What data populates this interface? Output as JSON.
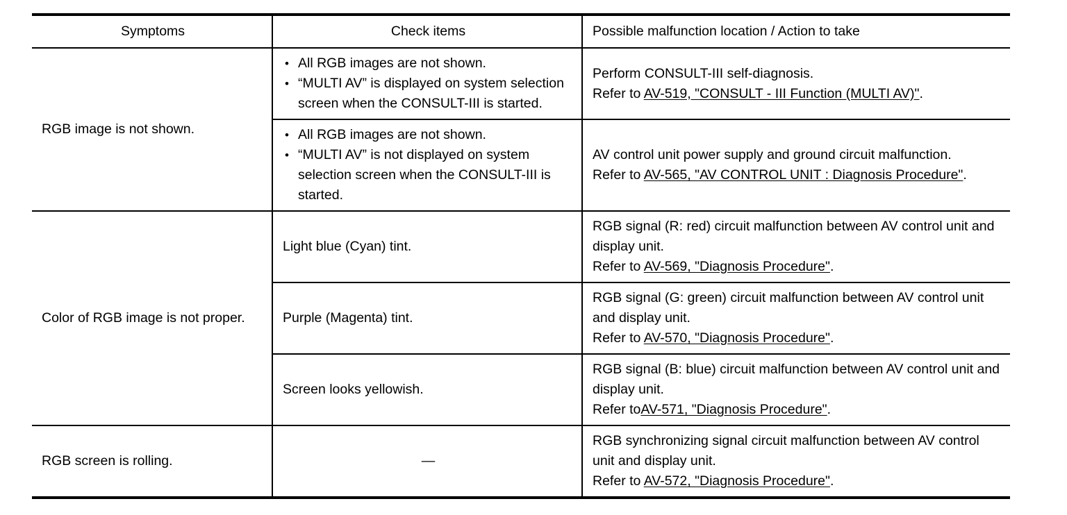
{
  "table": {
    "headers": {
      "symptoms": "Symptoms",
      "check_items": "Check items",
      "action": "Possible malfunction location / Action to take"
    },
    "groups": [
      {
        "symptom": "RGB image is not shown.",
        "rows": [
          {
            "check_items": [
              "All RGB images are not shown.",
              "“MULTI AV” is displayed on system selection screen when the CONSULT-III is started."
            ],
            "action_lines": [
              "Perform CONSULT-III self-diagnosis."
            ],
            "refer_prefix": "Refer to ",
            "refer_link": "AV-519, \"CONSULT - III Function (MULTI AV)\"",
            "refer_suffix": "."
          },
          {
            "check_items": [
              "All RGB images are not shown.",
              "“MULTI AV” is not displayed on system selection screen when the CONSULT-III is started."
            ],
            "action_lines": [
              "AV control unit power supply and ground circuit malfunction."
            ],
            "refer_prefix": "Refer to ",
            "refer_link": "AV-565, \"AV CONTROL UNIT : Diagnosis Procedure\"",
            "refer_suffix": "."
          }
        ]
      },
      {
        "symptom": "Color of RGB image is not proper.",
        "rows": [
          {
            "check_text": "Light blue (Cyan) tint.",
            "action_lines": [
              "RGB signal (R: red) circuit malfunction between AV control unit and display unit."
            ],
            "refer_prefix": "Refer to ",
            "refer_link": "AV-569, \"Diagnosis Procedure\"",
            "refer_suffix": "."
          },
          {
            "check_text": "Purple (Magenta) tint.",
            "action_lines": [
              "RGB signal (G: green) circuit malfunction between AV control unit and display unit."
            ],
            "refer_prefix": "Refer to ",
            "refer_link": "AV-570, \"Diagnosis Procedure\"",
            "refer_suffix": "."
          },
          {
            "check_text": "Screen looks yellowish.",
            "action_lines": [
              "RGB signal (B: blue) circuit malfunction between AV control unit and display unit."
            ],
            "refer_prefix": "Refer to",
            "refer_link": "AV-571, \"Diagnosis Procedure\"",
            "refer_suffix": "."
          }
        ]
      },
      {
        "symptom": "RGB screen is rolling.",
        "rows": [
          {
            "check_text": "—",
            "action_lines": [
              "RGB synchronizing signal circuit malfunction between AV control unit and display unit."
            ],
            "refer_prefix": "Refer to ",
            "refer_link": "AV-572, \"Diagnosis Procedure\"",
            "refer_suffix": "."
          }
        ]
      }
    ]
  }
}
